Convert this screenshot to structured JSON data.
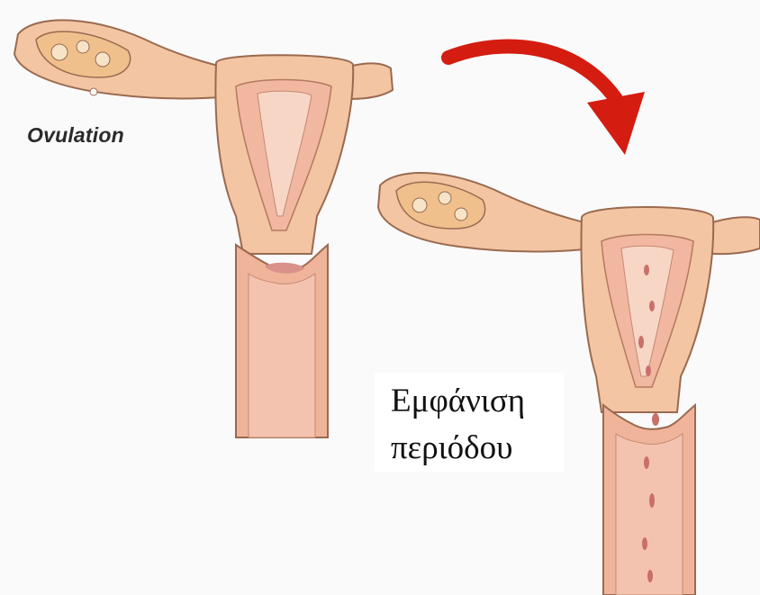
{
  "labels": {
    "ovulation": "Ovulation",
    "period_line1": "Εμφάνιση",
    "period_line2": "περιόδου"
  },
  "colors": {
    "background": "#fbfafa",
    "tissue": "#f3c5a3",
    "tissue_dark": "#e4a682",
    "lining": "#f1b7a0",
    "outline": "#9a6a50",
    "arrow": "#d41c10",
    "blood": "#c9706a"
  }
}
